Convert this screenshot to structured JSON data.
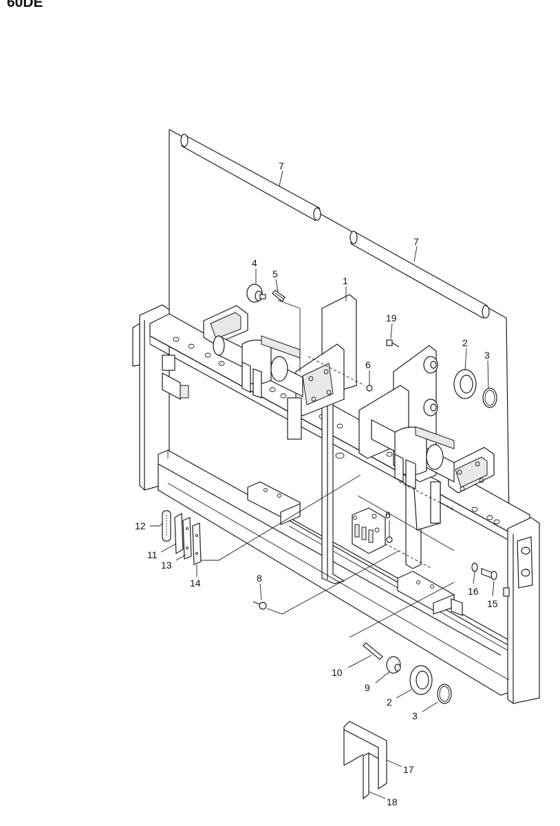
{
  "header": {
    "title": "60DE"
  },
  "callouts": [
    {
      "id": "c7a",
      "text": "7"
    },
    {
      "id": "c7b",
      "text": "7"
    },
    {
      "id": "c4",
      "text": "4"
    },
    {
      "id": "c5",
      "text": "5"
    },
    {
      "id": "c1",
      "text": "1"
    },
    {
      "id": "c19",
      "text": "19"
    },
    {
      "id": "c2a",
      "text": "2"
    },
    {
      "id": "c3a",
      "text": "3"
    },
    {
      "id": "c6a",
      "text": "6"
    },
    {
      "id": "c6b",
      "text": "6"
    },
    {
      "id": "c12",
      "text": "12"
    },
    {
      "id": "c11",
      "text": "11"
    },
    {
      "id": "c13",
      "text": "13"
    },
    {
      "id": "c14",
      "text": "14"
    },
    {
      "id": "c8",
      "text": "8"
    },
    {
      "id": "c16",
      "text": "16"
    },
    {
      "id": "c15",
      "text": "15"
    },
    {
      "id": "c10",
      "text": "10"
    },
    {
      "id": "c9",
      "text": "9"
    },
    {
      "id": "c2b",
      "text": "2"
    },
    {
      "id": "c3b",
      "text": "3"
    },
    {
      "id": "c17",
      "text": "17"
    },
    {
      "id": "c18",
      "text": "18"
    }
  ]
}
